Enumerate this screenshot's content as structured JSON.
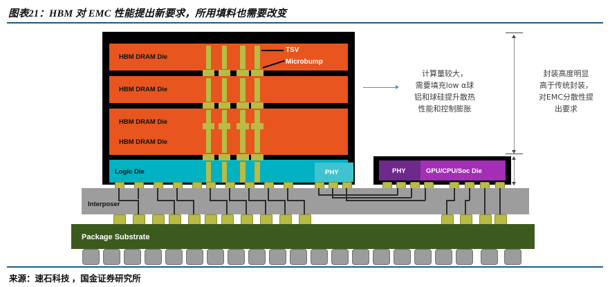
{
  "header": {
    "title": "图表21：HBM 对 EMC 性能提出新要求，所用填料也需要改变"
  },
  "footer": {
    "source": "来源：速石科技 ，国金证券研究所"
  },
  "diagram": {
    "dram_dies": [
      {
        "label": "HBM DRAM Die"
      },
      {
        "label": "HBM DRAM Die"
      },
      {
        "label": "HBM DRAM Die"
      },
      {
        "label": "HBM DRAM Die"
      }
    ],
    "logic_die": {
      "label": "Logic Die"
    },
    "hbm_phy": {
      "label": "PHY"
    },
    "soc_phy": {
      "label": "PHY"
    },
    "soc_die": {
      "label": "GPU/CPU/Soc Die"
    },
    "interposer": {
      "label": "Interposer"
    },
    "substrate": {
      "label": "Package Substrate"
    },
    "callouts": {
      "tsv": "TSV",
      "microbump": "Microbump"
    },
    "colors": {
      "dram_die": "#e8551f",
      "logic_die": "#00b2c2",
      "hbm_phy": "#3fc3d0",
      "soc_die": "#a22fb5",
      "soc_phy": "#6d2a8c",
      "mold_compound": "#000000",
      "interposer": "#9d9d9d",
      "substrate": "#3c5a1e",
      "bump": "#b8bb44",
      "bga_ball": "#9c9c9c",
      "title_rule": "#1b5c86"
    }
  },
  "annotations": {
    "center_note": {
      "lines": [
        "计算量较大，",
        "需要填充low α球",
        "铝和球硅提升散热",
        "性能和控制膨胀"
      ]
    },
    "right_note": {
      "lines": [
        "封装高度明显",
        "高于传统封装，",
        "对EMC分散性提",
        "出要求"
      ]
    }
  }
}
